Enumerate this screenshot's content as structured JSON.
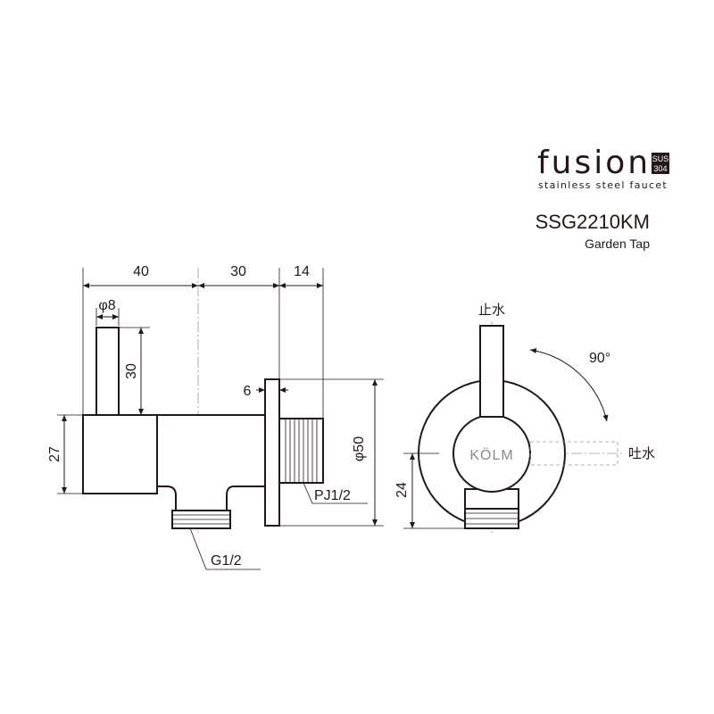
{
  "brand": {
    "name": "fusion",
    "badge_top": "SUS",
    "badge_bottom": "304",
    "tagline": "stainless steel faucet"
  },
  "product": {
    "model": "SSG2210KM",
    "name": "Garden Tap"
  },
  "side_view": {
    "dim_top_1": "40",
    "dim_top_2": "30",
    "dim_top_3": "14",
    "dim_handle_dia": "φ8",
    "dim_handle_len": "30",
    "dim_body_h": "27",
    "dim_flange_t": "6",
    "dim_flange_dia": "φ50",
    "thread_wall": "PJ1/2",
    "thread_outlet": "G1/2"
  },
  "front_view": {
    "label_stop": "止水",
    "label_open": "吐水",
    "rotation": "90°",
    "dim_outlet_h": "24",
    "body_logo": "KÖLM"
  }
}
